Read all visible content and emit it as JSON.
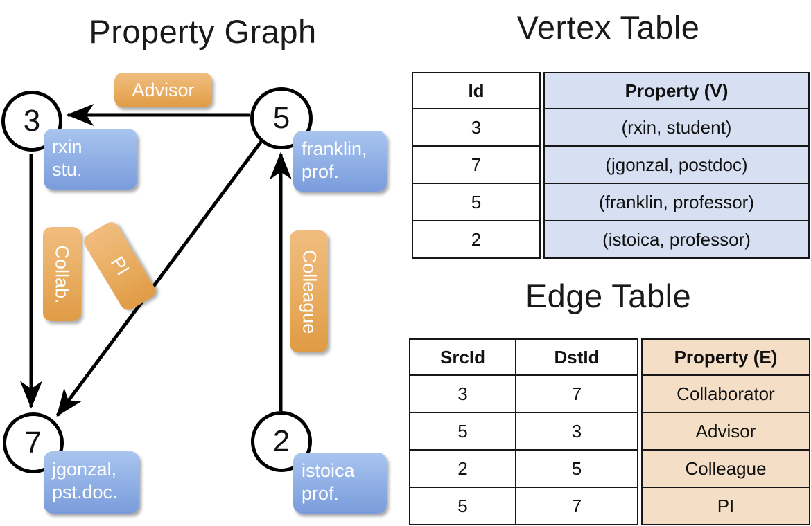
{
  "titles": {
    "graph": "Property Graph",
    "vertex_table": "Vertex Table",
    "edge_table": "Edge Table"
  },
  "colors": {
    "vertex_property_fill": "#d6e0f2",
    "edge_property_fill": "#f4dec5",
    "node_box_blue": "#93b2e6",
    "edge_label_orange": "#eab066",
    "stroke": "#000000"
  },
  "graph": {
    "nodes": [
      {
        "id": "3",
        "property_line1": "rxin",
        "property_line2": "stu."
      },
      {
        "id": "5",
        "property_line1": "franklin,",
        "property_line2": "prof."
      },
      {
        "id": "7",
        "property_line1": "jgonzal,",
        "property_line2": "pst.doc."
      },
      {
        "id": "2",
        "property_line1": "istoica",
        "property_line2": "prof."
      }
    ],
    "edge_labels": [
      {
        "label": "Advisor",
        "orientation": "horizontal"
      },
      {
        "label": "Collab.",
        "orientation": "vertical"
      },
      {
        "label": "PI",
        "orientation": "diagonal"
      },
      {
        "label": "Colleague",
        "orientation": "vertical"
      }
    ]
  },
  "vertex_table": {
    "headers": [
      "Id",
      "Property (V)"
    ],
    "rows": [
      {
        "id": "3",
        "property": "(rxin, student)"
      },
      {
        "id": "7",
        "property": "(jgonzal, postdoc)"
      },
      {
        "id": "5",
        "property": "(franklin, professor)"
      },
      {
        "id": "2",
        "property": "(istoica, professor)"
      }
    ]
  },
  "edge_table": {
    "headers": [
      "SrcId",
      "DstId",
      "Property (E)"
    ],
    "rows": [
      {
        "src": "3",
        "dst": "7",
        "property": "Collaborator"
      },
      {
        "src": "5",
        "dst": "3",
        "property": "Advisor"
      },
      {
        "src": "2",
        "dst": "5",
        "property": "Colleague"
      },
      {
        "src": "5",
        "dst": "7",
        "property": "PI"
      }
    ]
  },
  "chart_data": {
    "type": "diagram",
    "title": "Property Graph",
    "nodes": [
      {
        "id": "3",
        "label": "rxin, stu."
      },
      {
        "id": "5",
        "label": "franklin, prof."
      },
      {
        "id": "7",
        "label": "jgonzal, pst.doc."
      },
      {
        "id": "2",
        "label": "istoica, prof."
      }
    ],
    "edges": [
      {
        "src": "3",
        "dst": "7",
        "label": "Collab."
      },
      {
        "src": "5",
        "dst": "3",
        "label": "Advisor"
      },
      {
        "src": "2",
        "dst": "5",
        "label": "Colleague"
      },
      {
        "src": "5",
        "dst": "7",
        "label": "PI"
      }
    ]
  }
}
